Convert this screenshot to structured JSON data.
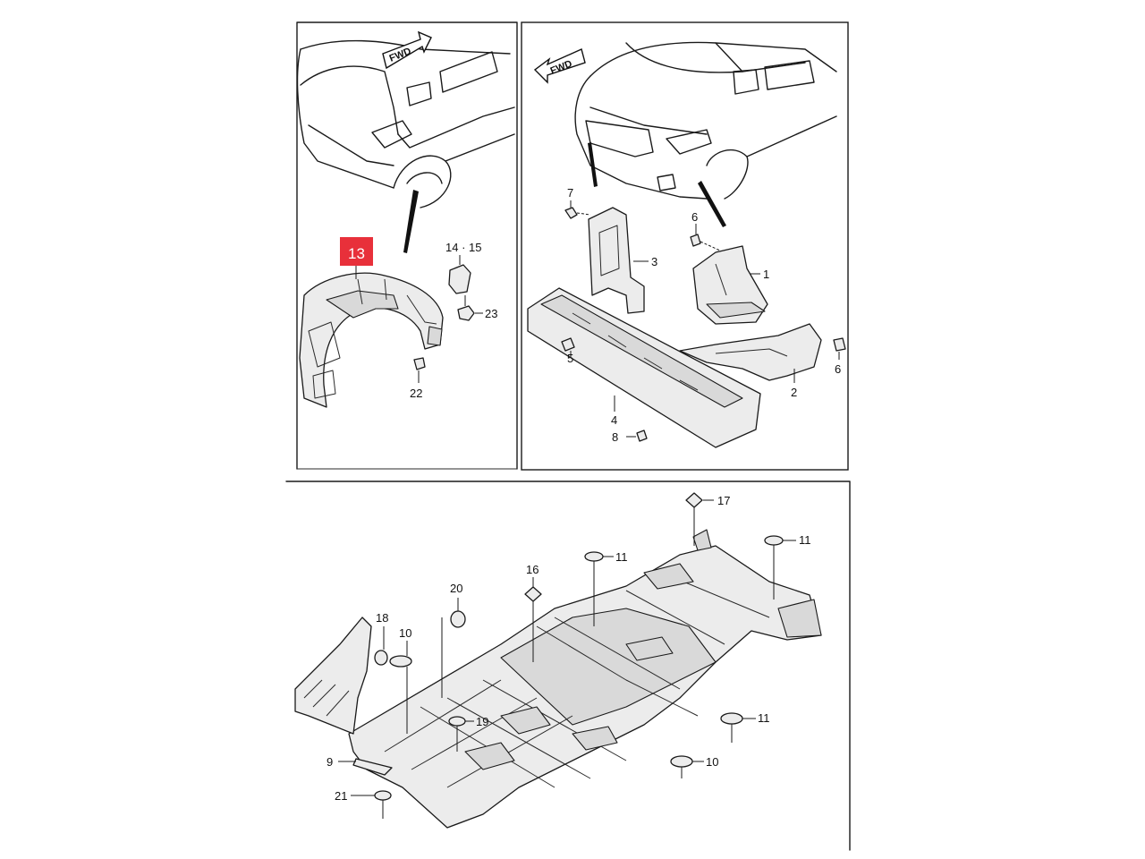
{
  "fwd_label": "FWD",
  "highlight": {
    "label": "13",
    "color": "#e8303a"
  },
  "panel_rear_wheel": {
    "callouts": {
      "c14_15": "14 · 15",
      "c23": "23",
      "c22": "22"
    }
  },
  "panel_front": {
    "callouts": {
      "c7": "7",
      "c6a": "6",
      "c3": "3",
      "c1": "1",
      "c5": "5",
      "c6b": "6",
      "c2": "2",
      "c4": "4",
      "c8": "8"
    }
  },
  "panel_floor": {
    "callouts": {
      "c17": "17",
      "c11a": "11",
      "c11b": "11",
      "c16": "16",
      "c20": "20",
      "c18": "18",
      "c10a": "10",
      "c19": "19",
      "c11c": "11",
      "c9": "9",
      "c10b": "10",
      "c21": "21"
    }
  }
}
